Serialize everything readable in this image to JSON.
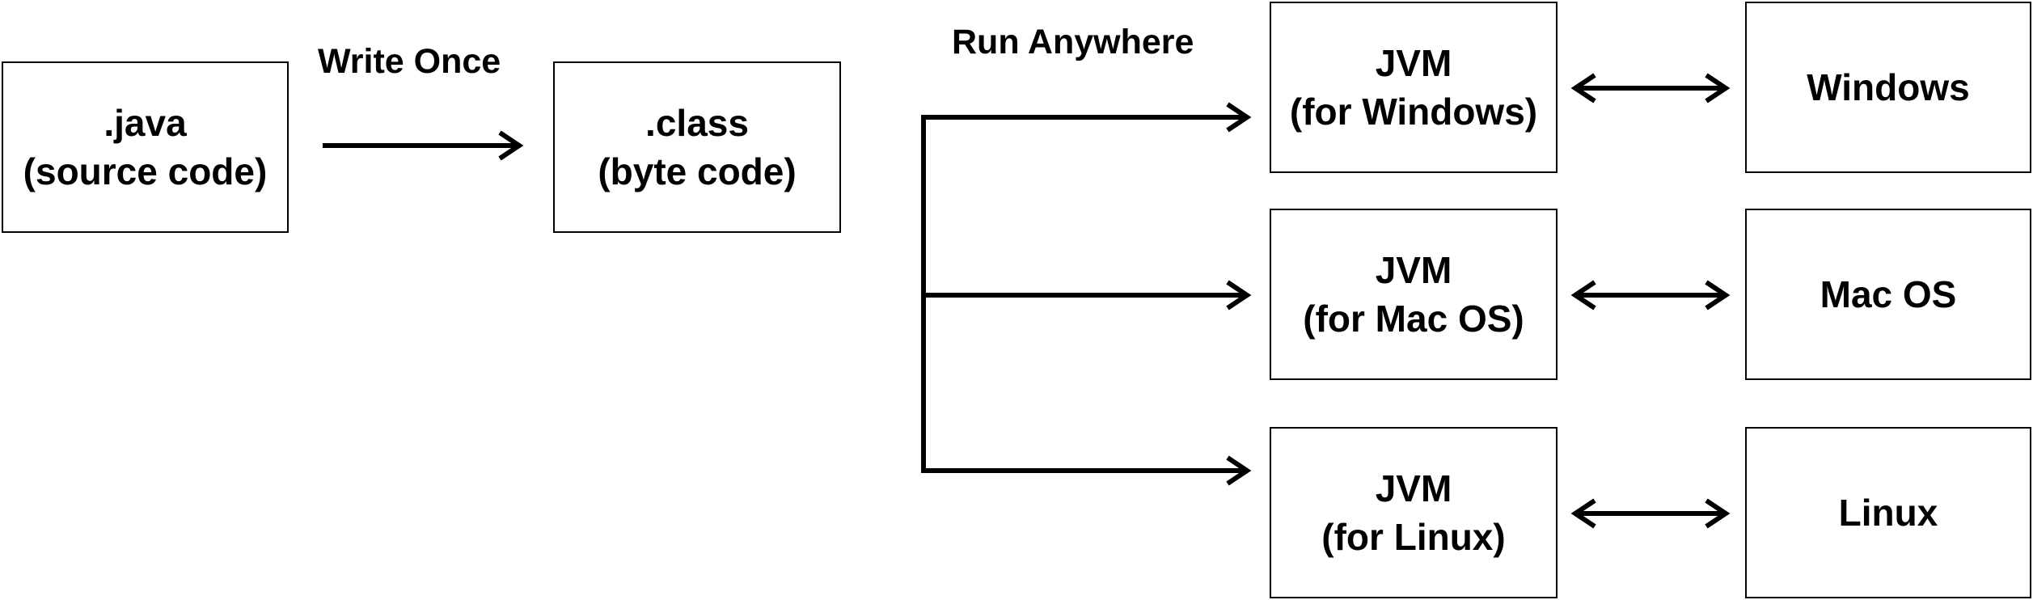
{
  "labels": {
    "write_once": "Write Once",
    "run_anywhere": "Run Anywhere"
  },
  "source": {
    "line1": ".java",
    "line2": "(source code)"
  },
  "compiled": {
    "line1": ".class",
    "line2": "(byte code)"
  },
  "platforms": [
    {
      "jvm_line1": "JVM",
      "jvm_line2": "(for Windows)",
      "os": "Windows"
    },
    {
      "jvm_line1": "JVM",
      "jvm_line2": "(for Mac OS)",
      "os": "Mac OS"
    },
    {
      "jvm_line1": "JVM",
      "jvm_line2": "(for Linux)",
      "os": "Linux"
    }
  ]
}
